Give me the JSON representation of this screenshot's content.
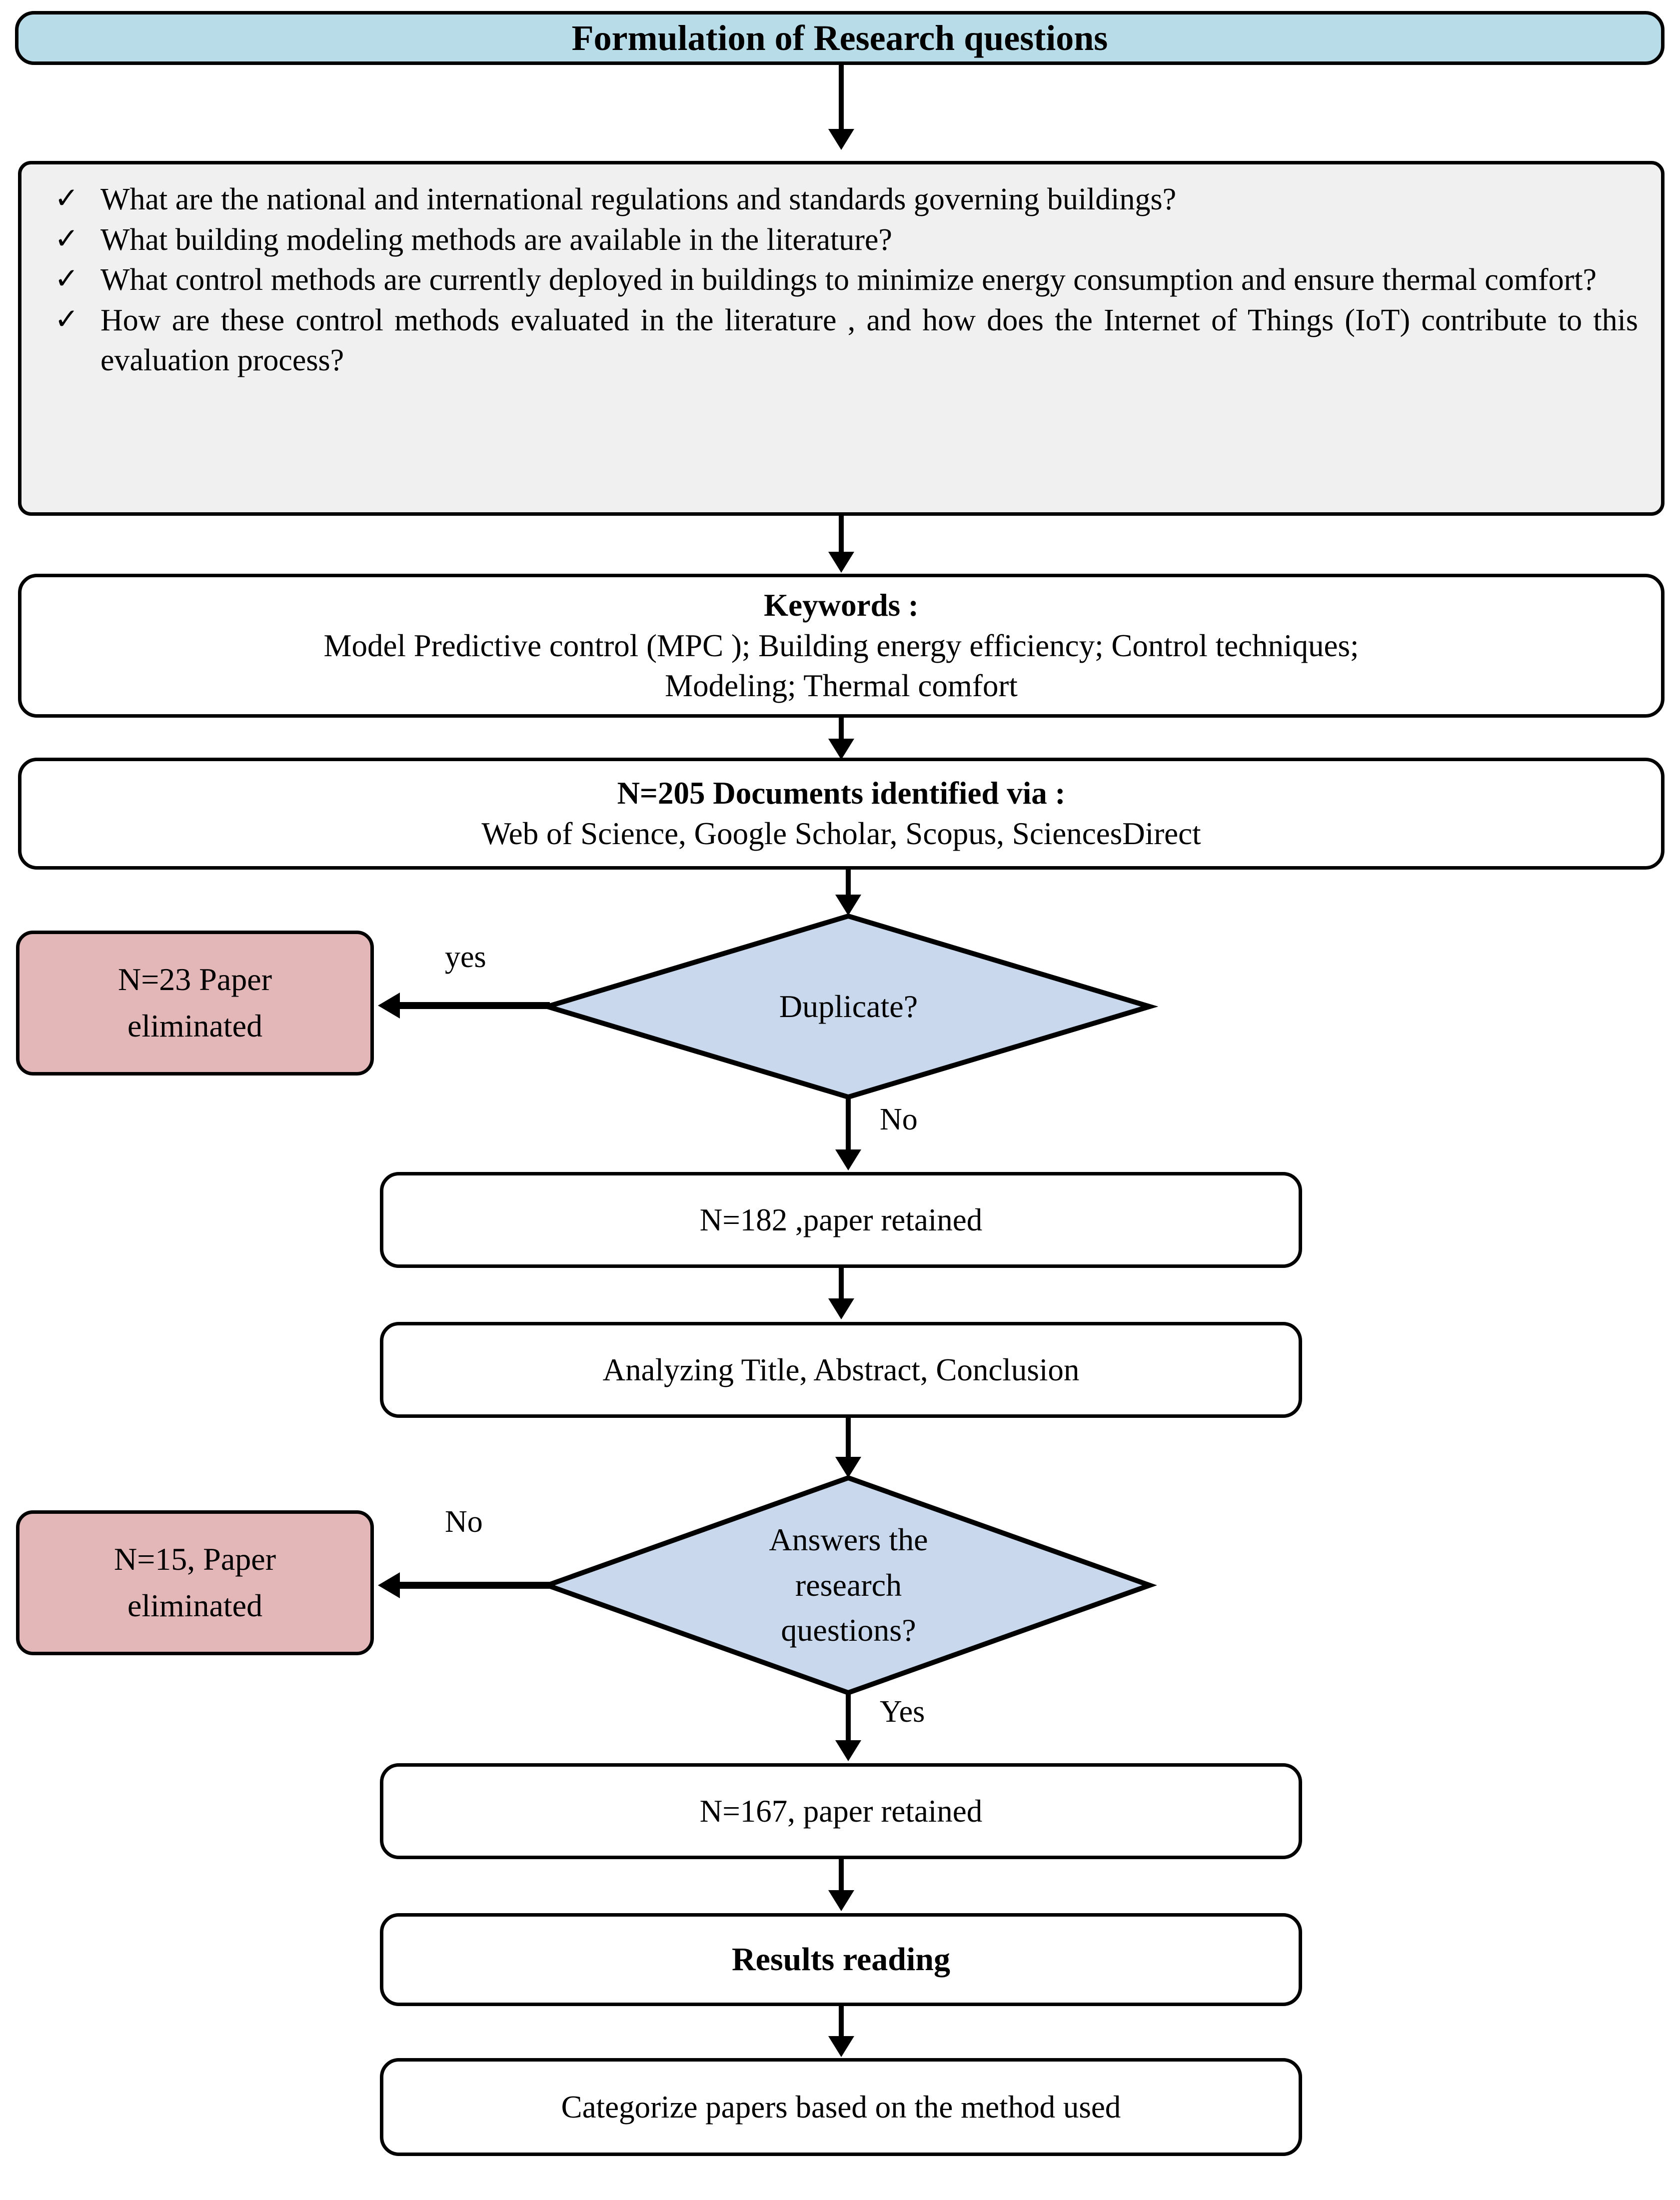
{
  "title_box": {
    "text": "Formulation of Research questions",
    "fill": "#b8dce8"
  },
  "questions_box": {
    "fill": "#f0f0f0",
    "bullet": "✓",
    "items": [
      "What are the national and international regulations and standards governing buildings?",
      "What building modeling methods are available in the literature?",
      "What control methods are currently deployed in buildings to minimize energy consumption and ensure thermal comfort?",
      "How are these control methods evaluated in the literature , and how does the Internet of Things (IoT) contribute to this evaluation process?"
    ]
  },
  "keywords_box": {
    "heading": "Keywords :",
    "line1": "Model Predictive control (MPC ); Building energy efficiency; Control techniques;",
    "line2": "Modeling; Thermal comfort"
  },
  "identified_box": {
    "heading": "N=205 Documents identified via :",
    "sources": "Web of Science, Google Scholar, Scopus, SciencesDirect"
  },
  "decision_duplicate": {
    "label": "Duplicate?",
    "fill": "#c9d8ec",
    "yes_label": "yes",
    "no_label": "No"
  },
  "eliminated_23": {
    "line1": "N=23 Paper",
    "line2": "eliminated",
    "fill": "#e3b7b8"
  },
  "retained_182": {
    "text": "N=182 ,paper retained"
  },
  "analyzing_box": {
    "text": "Analyzing Title, Abstract, Conclusion"
  },
  "decision_answers": {
    "line1": "Answers the",
    "line2": "research",
    "line3": "questions?",
    "fill": "#c9d8ec",
    "no_label": "No",
    "yes_label": "Yes"
  },
  "eliminated_15": {
    "line1": "N=15, Paper",
    "line2": "eliminated",
    "fill": "#e3b7b8"
  },
  "retained_167": {
    "text": "N=167, paper retained"
  },
  "results_reading": {
    "text": "Results reading"
  },
  "categorize_box": {
    "text": "Categorize papers based on the method used"
  }
}
